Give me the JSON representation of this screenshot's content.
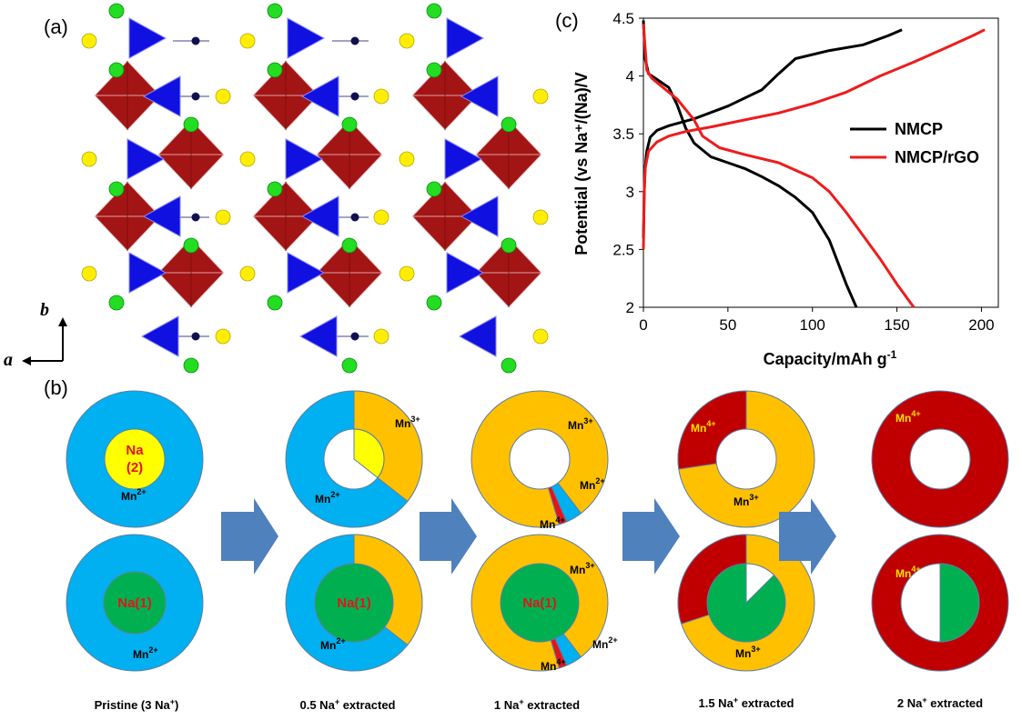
{
  "panels": {
    "a": {
      "label": "(a)",
      "axis_a": "a",
      "axis_b": "b"
    },
    "b": {
      "label": "(b)"
    },
    "c": {
      "label": "(c)"
    }
  },
  "chart_data": {
    "type": "line",
    "xlabel": "Capacity/mAh g",
    "xlabel_sup": "-1",
    "ylabel": "Potential (vs Na⁺/(Na)/V",
    "xlim": [
      0,
      210
    ],
    "ylim": [
      2,
      4.5
    ],
    "xticks": [
      "0",
      "50",
      "100",
      "150",
      "200"
    ],
    "yticks": [
      "2",
      "2.5",
      "3",
      "3.5",
      "4",
      "4.5"
    ],
    "grid": false,
    "legend_position": "right",
    "series": [
      {
        "name": "NMCP",
        "color": "#000000",
        "segments": [
          {
            "x": [
              0,
              0.5,
              1,
              2,
              4,
              8,
              15,
              30,
              50,
              70,
              80,
              90,
              110,
              130,
              145,
              153
            ],
            "y": [
              2.6,
              3.0,
              3.2,
              3.35,
              3.47,
              3.53,
              3.57,
              3.63,
              3.74,
              3.88,
              4.02,
              4.15,
              4.22,
              4.27,
              4.35,
              4.4
            ]
          },
          {
            "x": [
              0,
              1,
              3,
              8,
              15,
              20,
              25,
              30,
              40,
              50,
              60,
              70,
              80,
              90,
              100,
              110,
              120,
              126
            ],
            "y": [
              4.48,
              4.15,
              4.02,
              3.97,
              3.9,
              3.75,
              3.55,
              3.42,
              3.3,
              3.25,
              3.2,
              3.13,
              3.05,
              2.95,
              2.82,
              2.58,
              2.2,
              2.0
            ]
          }
        ]
      },
      {
        "name": "NMCP/rGO",
        "color": "#ee1c1c",
        "segments": [
          {
            "x": [
              0,
              0.5,
              1,
              3,
              8,
              15,
              25,
              40,
              60,
              80,
              100,
              120,
              140,
              160,
              180,
              195,
              202
            ],
            "y": [
              2.5,
              3.0,
              3.2,
              3.35,
              3.43,
              3.48,
              3.52,
              3.56,
              3.62,
              3.68,
              3.76,
              3.86,
              4.0,
              4.12,
              4.25,
              4.35,
              4.4
            ]
          },
          {
            "x": [
              0,
              2,
              5,
              10,
              20,
              30,
              35,
              45,
              60,
              80,
              100,
              110,
              120,
              130,
              140,
              150,
              160
            ],
            "y": [
              4.45,
              4.05,
              3.98,
              3.92,
              3.8,
              3.62,
              3.48,
              3.38,
              3.32,
              3.25,
              3.12,
              3.0,
              2.82,
              2.62,
              2.42,
              2.2,
              2.0
            ]
          }
        ]
      }
    ]
  },
  "ions": {
    "mn2": "Mn",
    "mn2_sup": "2+",
    "mn3": "Mn",
    "mn3_sup": "3+",
    "mn4": "Mn",
    "mn4_sup": "4+",
    "na2": "Na",
    "na2_sub": "(2)",
    "na1": "Na(1)"
  },
  "stages": [
    {
      "caption": "Pristine (3 Na",
      "caption_sup": "+",
      "caption_end": ")"
    },
    {
      "caption": "0.5 Na",
      "caption_sup": "+",
      "caption_end": " extracted"
    },
    {
      "caption": "1 Na",
      "caption_sup": "+",
      "caption_end": " extracted"
    },
    {
      "caption": "1.5 Na",
      "caption_sup": "+",
      "caption_end": " extracted"
    },
    {
      "caption": "2 Na",
      "caption_sup": "+",
      "caption_end": " extracted"
    }
  ],
  "colors": {
    "mn2": "#00b0f0",
    "mn3": "#ffc000",
    "mn4": "#c00000",
    "na2": "#ffff00",
    "na1": "#00b050",
    "octahedron": "#a31515",
    "tetrahedron": "#1010e0",
    "na_sphere": "#ffee00",
    "o_sphere": "#22dd22",
    "small_sphere": "#101050",
    "arrow": "#4f81bd"
  }
}
